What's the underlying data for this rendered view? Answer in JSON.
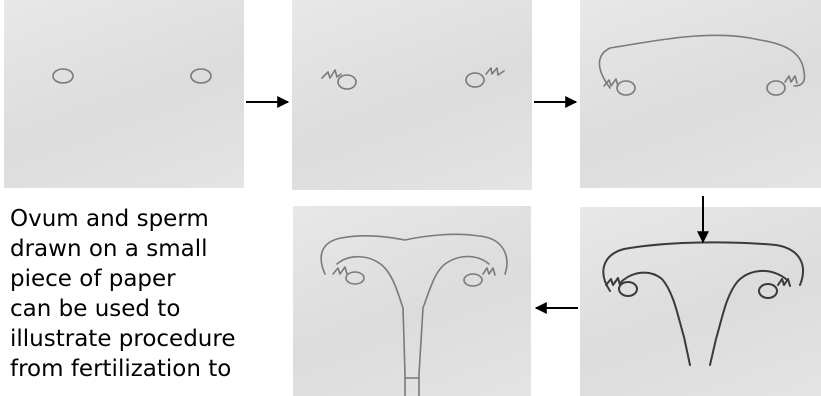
{
  "caption": {
    "lines": [
      "Ovum and sperm",
      "drawn on a small",
      "piece of paper",
      "can be used to",
      "illustrate procedure",
      "from fertilization to"
    ]
  },
  "panels": [
    {
      "step": 1,
      "content": "two ova"
    },
    {
      "step": 2,
      "content": "ova with sperm"
    },
    {
      "step": 3,
      "content": "ova, sperm and uterine arch"
    },
    {
      "step": 4,
      "content": "completed uterus with cervix and vagina"
    },
    {
      "step": 5,
      "content": "uterus with tubes, cervix opening"
    }
  ],
  "colors": {
    "sketch": "#7a7a7a",
    "paper": "#e0e0e0",
    "arrow": "#000000"
  }
}
